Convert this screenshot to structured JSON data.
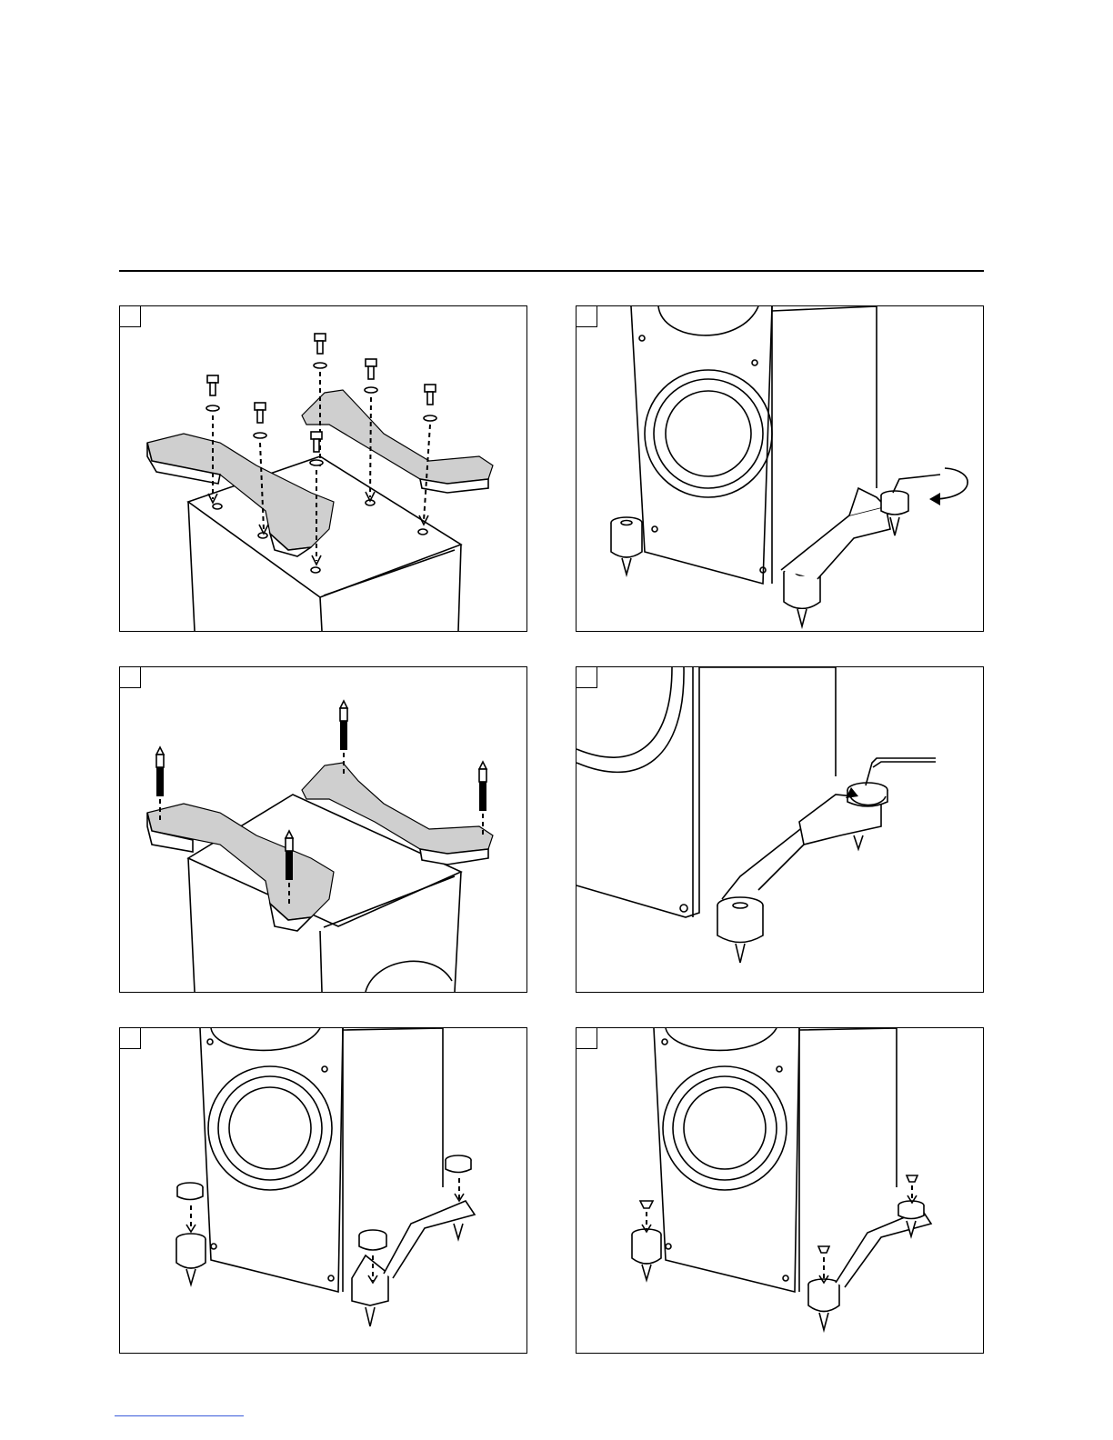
{
  "steps": [
    {
      "id": "p1",
      "label": ""
    },
    {
      "id": "p2",
      "label": ""
    },
    {
      "id": "p3",
      "label": ""
    },
    {
      "id": "p4",
      "label": ""
    },
    {
      "id": "p5",
      "label": ""
    },
    {
      "id": "p6",
      "label": ""
    }
  ]
}
